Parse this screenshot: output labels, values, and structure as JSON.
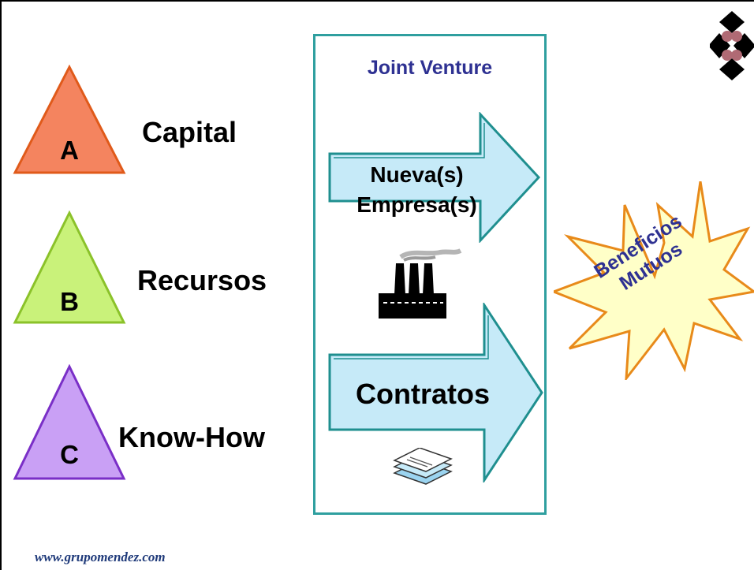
{
  "inputs": [
    {
      "letter": "A",
      "label": "Capital",
      "fill": "#f4845f",
      "stroke": "#e05a1a"
    },
    {
      "letter": "B",
      "label": "Recursos",
      "fill": "#c9f27a",
      "stroke": "#8bc22a"
    },
    {
      "letter": "C",
      "label": "Know-How",
      "fill": "#c9a0f5",
      "stroke": "#7a2fc7"
    }
  ],
  "joint_venture": {
    "title": "Joint Venture",
    "outcomes": [
      {
        "label_line1": "Nueva(s)",
        "label_line2": "Empresa(s)",
        "icon": "factory-icon"
      },
      {
        "label": "Contratos",
        "icon": "documents-icon"
      }
    ]
  },
  "result": {
    "line1": "Beneficios",
    "line2": "Mutuos",
    "fill": "#ffffc8",
    "stroke": "#e88a1a",
    "text_color": "#2e3192"
  },
  "logo": {
    "icon": "grupo-mendez-logo-icon"
  },
  "footer": {
    "url": "www.grupomendez.com"
  }
}
